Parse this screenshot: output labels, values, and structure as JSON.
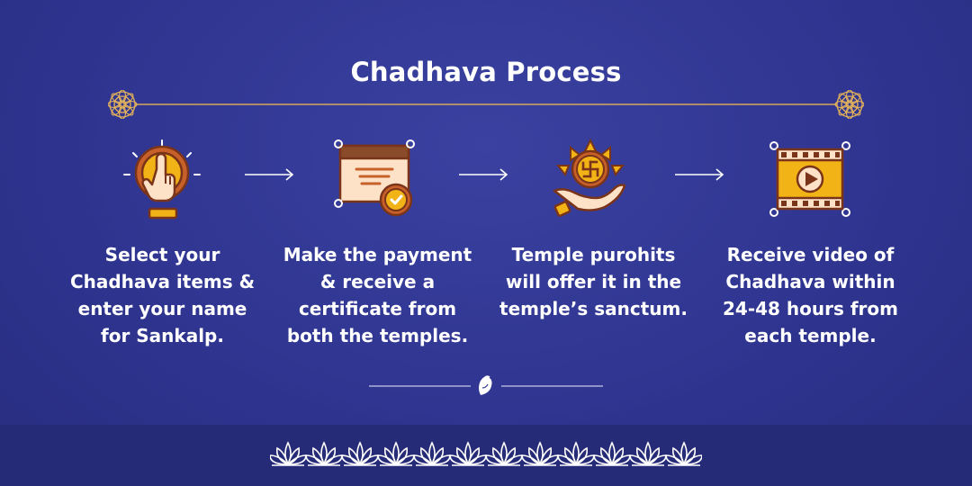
{
  "title": "Chadhava Process",
  "colors": {
    "background": "#2f3590",
    "footer": "#262b78",
    "accent_gold": "#f2b316",
    "accent_orange": "#c8602a",
    "rule": "#d9a85a"
  },
  "steps": [
    {
      "icon": "tap-hand-icon",
      "text": "Select your Chadhava items & enter your name for Sankalp."
    },
    {
      "icon": "certificate-icon",
      "text": "Make the payment & receive a certificate from both the temples."
    },
    {
      "icon": "offering-hands-icon",
      "text": "Temple purohits will offer it in the temple’s sanctum."
    },
    {
      "icon": "video-film-icon",
      "text": "Receive video of Chadhava within 24-48 hours from each temple."
    }
  ],
  "decor": {
    "rule_ornament": "mandala-icon",
    "divider_ornament": "conch-icon",
    "footer_pattern": "lotus-icon"
  }
}
